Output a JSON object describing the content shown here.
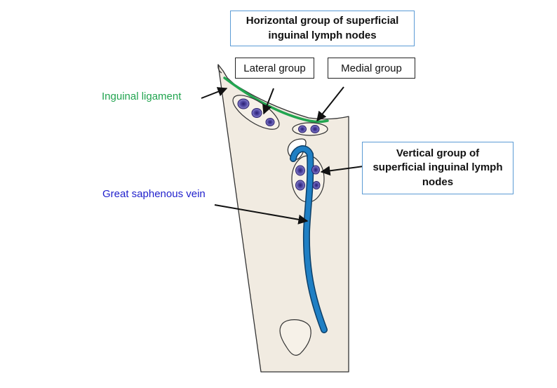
{
  "labels": {
    "horizontal_group_line1": "Horizontal group of superficial",
    "horizontal_group_line2": "inguinal lymph nodes",
    "lateral_group": "Lateral group",
    "medial_group": "Medial group",
    "inguinal_ligament": "Inguinal ligament",
    "vertical_group_line1": "Vertical group of",
    "vertical_group_line2": "superficial inguinal lymph",
    "vertical_group_line3": "nodes",
    "great_saphenous_vein": "Great saphenous vein"
  },
  "colors": {
    "limb_fill": "#f1ebe1",
    "outline": "#333333",
    "ligament": "#22a550",
    "vein": "#1f7fc4",
    "vein_edge": "#0d3e66",
    "node_fill": "#6b62b8",
    "node_center": "#2a1f6e",
    "ligament_label": "#22a550",
    "vein_label": "#1f1fcc",
    "box_border_blue": "#5b9bd5",
    "arrow": "#111111"
  },
  "icons": {
    "lymph_node": "lymph-node-icon",
    "arrow": "arrow-icon"
  }
}
